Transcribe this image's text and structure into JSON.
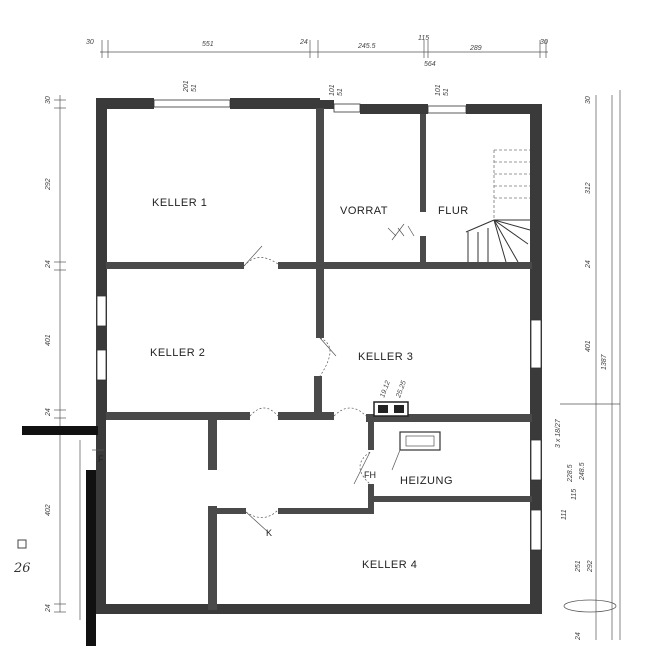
{
  "rooms": {
    "keller1": "KELLER 1",
    "vorrat": "VORRAT",
    "flur": "FLUR",
    "keller2": "KELLER 2",
    "keller3": "KELLER 3",
    "heizung": "HEIZUNG",
    "keller4": "KELLER 4"
  },
  "top_dims": {
    "d1": "30",
    "d2": "551",
    "d3": "24",
    "d4": "245.5",
    "d5": "115",
    "d6": "564",
    "d7": "289",
    "d8": "30"
  },
  "opening_marks": {
    "o1_top": "201",
    "o1_bot": "51",
    "o2_top": "101",
    "o2_bot": "51",
    "o3_top": "101",
    "o3_bot": "51"
  },
  "left_dims": {
    "l1": "30",
    "l2": "292",
    "l3": "24",
    "l4": "401",
    "l5": "24",
    "l6": "402",
    "l7": "24"
  },
  "right_dims": {
    "r1": "30",
    "r2": "312",
    "r3": "24",
    "r4": "401",
    "r5": "1387",
    "r6": "3 x 18/27",
    "r7": "228.5",
    "r8": "115",
    "r9": "248.5",
    "r10": "111",
    "r11": "251",
    "r12": "292",
    "r13": "24"
  },
  "annotations": {
    "fh": "FH",
    "f": "F",
    "k": "K",
    "chimney1": "19.12",
    "chimney2": "25.25",
    "margin_note": "26"
  }
}
